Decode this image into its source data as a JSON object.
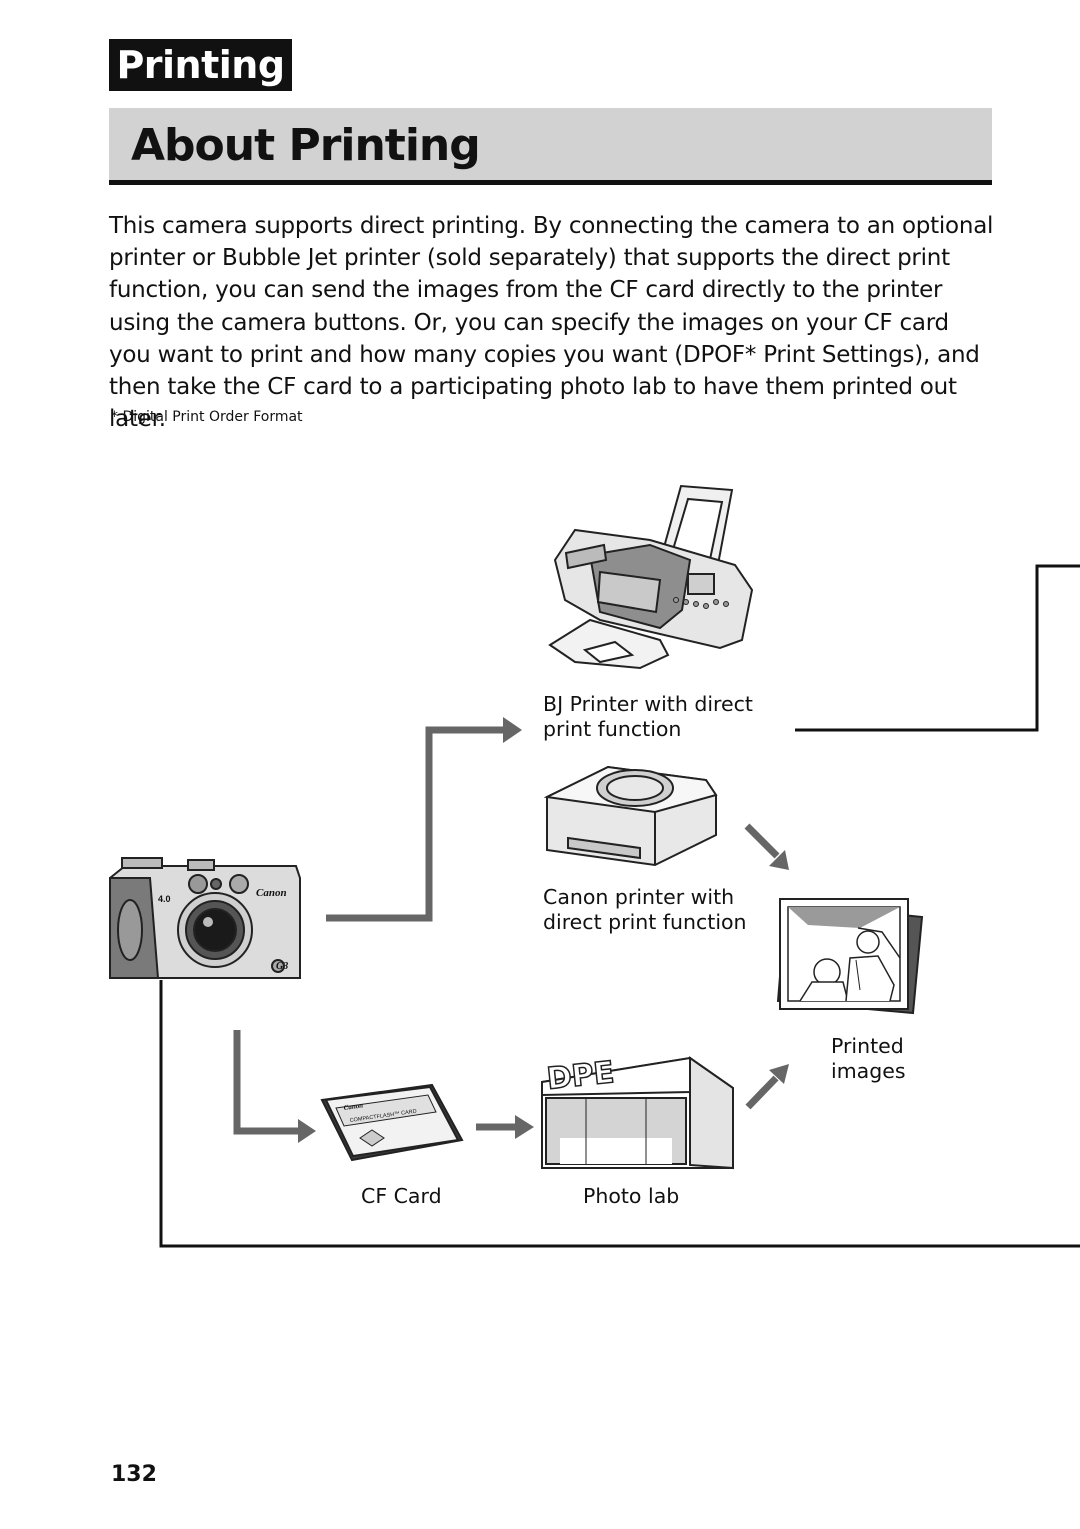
{
  "header": {
    "section": "Printing",
    "title": "About Printing"
  },
  "intro": {
    "paragraph": "This camera supports direct printing. By connecting the camera to an optional printer or Bubble Jet printer (sold separately) that supports the direct print function, you can send the images from the CF card directly to the printer using the camera buttons. Or, you can specify the images on your CF card you want to print and how many copies you want (DPOF* Print Settings), and then take the CF card to a participating photo lab to have them printed out later.",
    "footnote": "*  Digital Print Order Format"
  },
  "diagram": {
    "bj_printer_label_line1": "BJ Printer with direct",
    "bj_printer_label_line2": "print function",
    "canon_printer_label_line1": "Canon printer with",
    "canon_printer_label_line2": "direct print function",
    "printed_label_line1": "Printed",
    "printed_label_line2": "images",
    "cf_card_label": "CF Card",
    "photo_lab_label": "Photo lab",
    "lab_sign": "DPE",
    "camera_brand": "Canon",
    "camera_model": "G3",
    "camera_resolution": "4.0",
    "card_brand": "Canon",
    "card_type": "COMPACTFLASH™ CARD"
  },
  "footer": {
    "page_number": "132"
  }
}
